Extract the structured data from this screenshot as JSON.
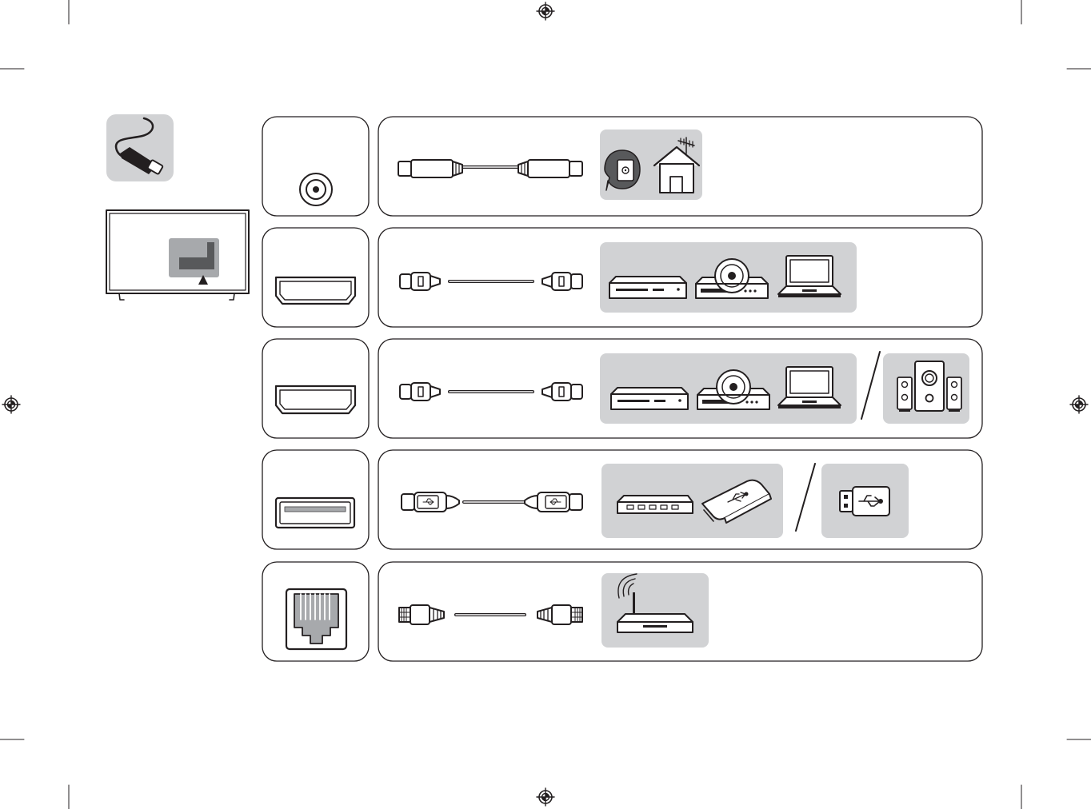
{
  "palette": {
    "ink": "#231f20",
    "panel_gray": "#d1d2d4",
    "mid_gray": "#a7a9ac",
    "dark_gray": "#58595b",
    "white": "#ffffff"
  },
  "registration_marks": [
    "registration-mark-top",
    "registration-mark-bottom",
    "registration-mark-left",
    "registration-mark-right"
  ],
  "header_icons": {
    "cable_icon": "connection-cable-icon",
    "tv_icon": "tv-rear-panel-icon"
  },
  "rows": [
    {
      "port_icon": "antenna-coax-port-icon",
      "cable_icon": "antenna-coax-cable-icon",
      "device_groups": [
        {
          "devices": [
            "wall-antenna-socket-icon",
            "house-antenna-icon"
          ]
        }
      ]
    },
    {
      "port_icon": "hdmi-port-icon",
      "cable_icon": "hdmi-cable-icon",
      "device_groups": [
        {
          "devices": [
            "set-top-box-icon",
            "dvd-player-icon",
            "laptop-icon"
          ]
        }
      ]
    },
    {
      "port_icon": "hdmi-arc-port-icon",
      "cable_icon": "hdmi-cable-icon",
      "device_groups": [
        {
          "devices": [
            "set-top-box-icon",
            "dvd-player-icon",
            "laptop-icon"
          ]
        },
        {
          "devices": [
            "speaker-system-icon"
          ]
        }
      ]
    },
    {
      "port_icon": "usb-port-icon",
      "cable_icon": "usb-cable-icon",
      "device_groups": [
        {
          "devices": [
            "usb-hub-icon",
            "external-hard-drive-icon"
          ]
        },
        {
          "devices": [
            "usb-flash-drive-icon"
          ]
        }
      ]
    },
    {
      "port_icon": "lan-port-icon",
      "cable_icon": "lan-cable-icon",
      "device_groups": [
        {
          "devices": [
            "wireless-router-icon"
          ]
        }
      ]
    }
  ]
}
